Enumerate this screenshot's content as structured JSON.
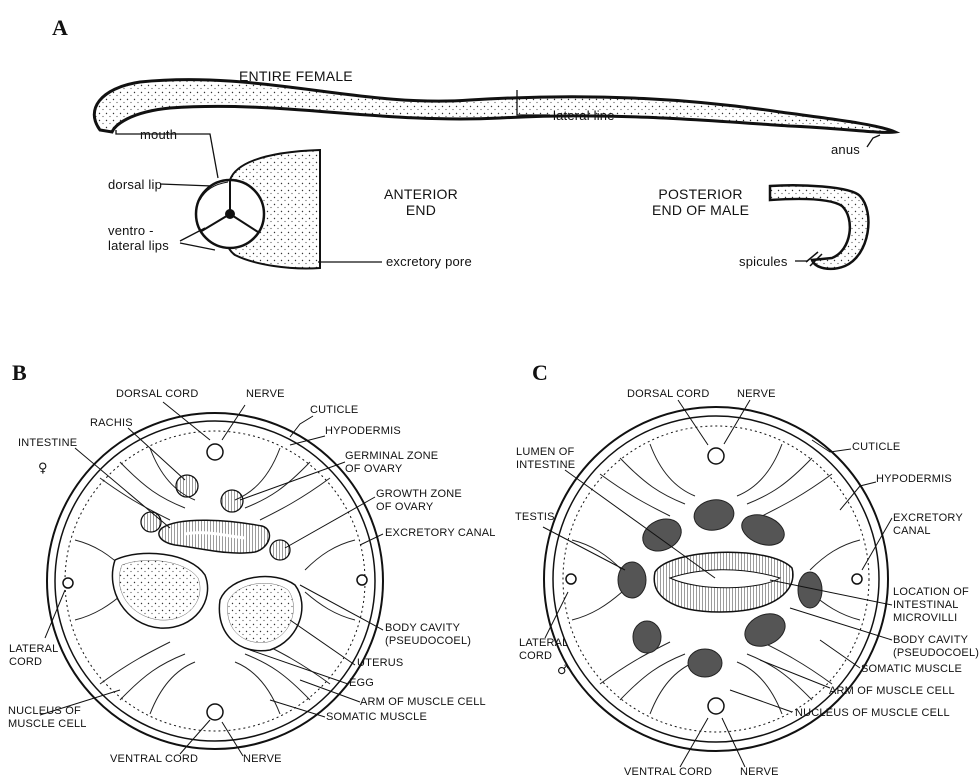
{
  "panels": {
    "a": "A",
    "b": "B",
    "c": "C"
  },
  "panel_a": {
    "entire_female": "ENTIRE FEMALE",
    "mouth": "mouth",
    "lateral_line": "lateral line",
    "anus": "anus",
    "dorsal_lip": "dorsal lip",
    "ventro_lateral_lips": "ventro -\nlateral lips",
    "anterior_end": "ANTERIOR\nEND",
    "excretory_pore": "excretory pore",
    "posterior_end_of_male": "POSTERIOR\nEND OF MALE",
    "spicules": "spicules"
  },
  "panel_b": {
    "sex_symbol": "♀",
    "dorsal_cord": "DORSAL CORD",
    "nerve_top": "NERVE",
    "cuticle": "CUTICLE",
    "rachis": "RACHIS",
    "hypodermis": "HYPODERMIS",
    "intestine": "INTESTINE",
    "germinal_zone": "GERMINAL ZONE\nOF OVARY",
    "growth_zone": "GROWTH ZONE\nOF OVARY",
    "excretory_canal": "EXCRETORY CANAL",
    "body_cavity": "BODY CAVITY\n(PSEUDOCOEL)",
    "lateral_cord": "LATERAL\nCORD",
    "uterus": "UTERUS",
    "egg": "EGG",
    "arm_of_muscle_cell": "ARM OF MUSCLE CELL",
    "nucleus_of_muscle_cell": "NUCLEUS OF\nMUSCLE CELL",
    "somatic_muscle": "SOMATIC MUSCLE",
    "ventral_cord": "VENTRAL CORD",
    "nerve_bottom": "NERVE"
  },
  "panel_c": {
    "sex_symbol": "♂",
    "dorsal_cord": "DORSAL CORD",
    "nerve_top": "NERVE",
    "cuticle": "CUTICLE",
    "lumen_of_intestine": "LUMEN OF\nINTESTINE",
    "hypodermis": "HYPODERMIS",
    "testis": "TESTIS",
    "excretory_canal": "EXCRETORY\nCANAL",
    "location_of_microvilli": "LOCATION OF\nINTESTINAL\nMICROVILLI",
    "lateral_cord": "LATERAL\nCORD",
    "body_cavity": "BODY CAVITY\n(PSEUDOCOEL)",
    "somatic_muscle": "SOMATIC MUSCLE",
    "arm_of_muscle_cell": "ARM OF MUSCLE CELL",
    "nucleus_of_muscle_cell": "NUCLEUS OF MUSCLE CELL",
    "ventral_cord": "VENTRAL CORD",
    "nerve_bottom": "NERVE"
  }
}
